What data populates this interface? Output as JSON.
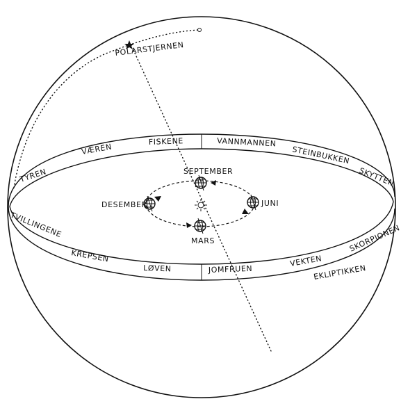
{
  "labels": {
    "polarstar": "POLARSTJERNEN",
    "ecliptic": "EKLIPTIKKEN",
    "months": {
      "september": "SEPTEMBER",
      "desember": "DESEMBER",
      "juni": "JUNI",
      "mars": "MARS"
    }
  },
  "zodiac_back": [
    "TYREN",
    "VÆREN",
    "FISKENE",
    "VANNMANNEN",
    "STEINBUKKEN",
    "SKYTTEN"
  ],
  "zodiac_front": [
    "TVILLINGENE",
    "KREPSEN",
    "LØVEN",
    "JOMFRUEN",
    "VEKTEN",
    "SKORPIONEN"
  ],
  "icons": {
    "polar_star": "star-icon",
    "sun": "sun-icon",
    "earth": "earth-globe-icon"
  }
}
